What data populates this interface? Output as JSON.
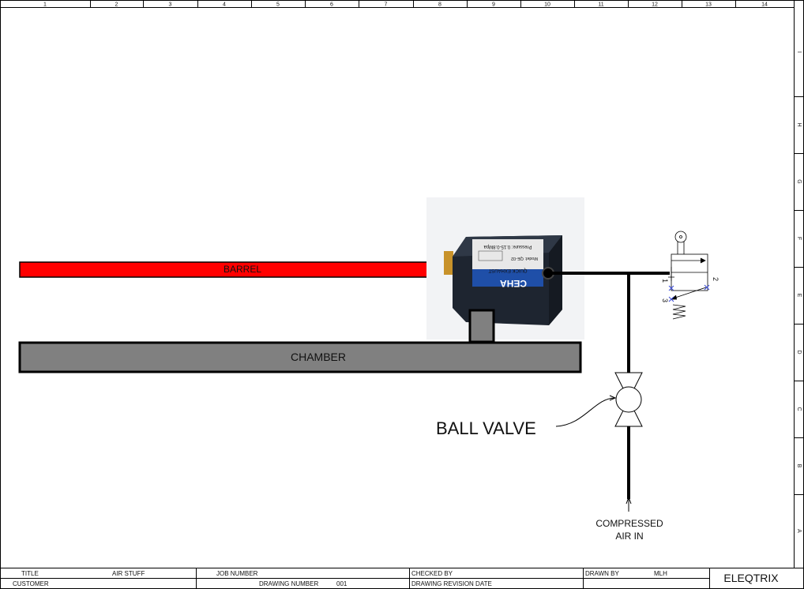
{
  "border": {
    "columns": [
      "1",
      "2",
      "3",
      "4",
      "5",
      "6",
      "7",
      "8",
      "9",
      "10",
      "11",
      "12",
      "13",
      "14"
    ],
    "rows": [
      "I",
      "H",
      "G",
      "F",
      "E",
      "D",
      "C",
      "B",
      "A"
    ]
  },
  "diagram": {
    "barrel_label": "BARREL",
    "chamber_label": "CHAMBER",
    "ball_valve_label": "BALL VALVE",
    "air_in_line1": "COMPRESSED",
    "air_in_line2": "AIR IN",
    "valve_ports": [
      "1",
      "2",
      "3"
    ],
    "quick_exhaust_photo_text": [
      "CEHA",
      "QUICK EXHAUST",
      "Model: QE-02",
      "Pressure: 0.15-0.8Mpa"
    ],
    "colors": {
      "barrel": "#ff0000",
      "chamber": "#808080",
      "exhaust_body": "#2b3340",
      "label_blue": "#1f4fa8"
    }
  },
  "title_block": {
    "title_label": "TITLE",
    "title_value": "AIR STUFF",
    "job_number_label": "JOB NUMBER",
    "checked_by_label": "CHECKED BY",
    "drawn_by_label": "DRAWN BY",
    "drawn_by_value": "MLH",
    "company": "ELEQTRIX",
    "customer_label": "CUSTOMER",
    "drawing_number_label": "DRAWING NUMBER",
    "drawing_number_value": "001",
    "revision_date_label": "DRAWING REVISION DATE"
  }
}
